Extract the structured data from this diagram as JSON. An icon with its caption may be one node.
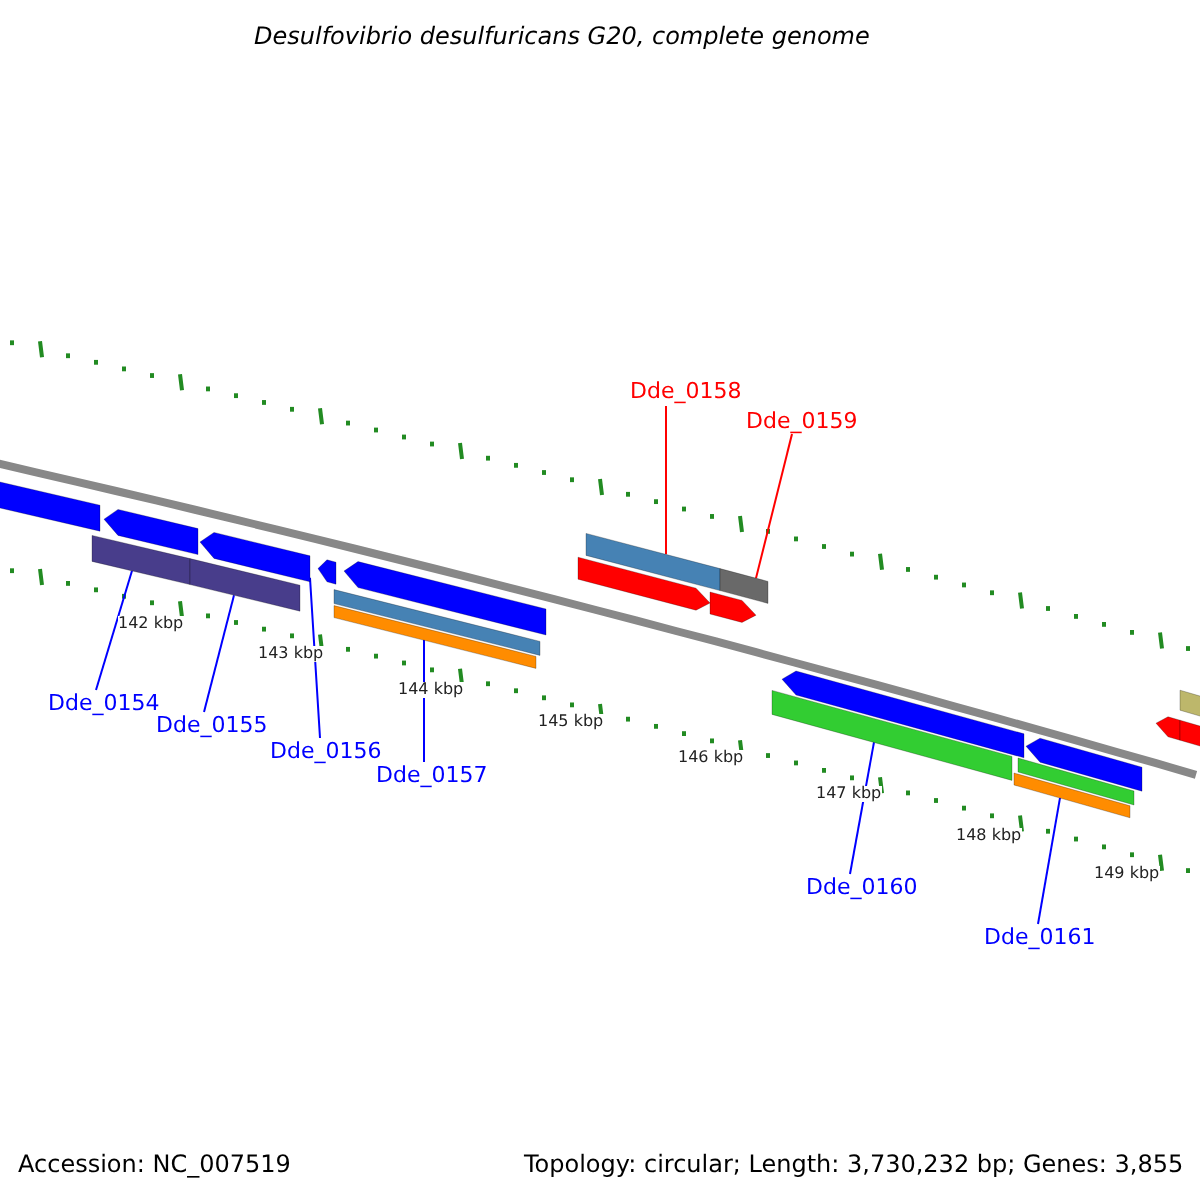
{
  "diagram": {
    "title": "Desulfovibrio desulfuricans G20, complete genome",
    "nodes": [
      {
        "text": [
          "Dde_0154"
        ]
      },
      {
        "text": [
          "Dde_0155"
        ]
      },
      {
        "text": [
          "Dde_0156"
        ]
      },
      {
        "text": [
          "Dde_0157"
        ]
      },
      {
        "text": [
          "Dde_0158"
        ]
      },
      {
        "text": [
          "Dde_0159"
        ]
      },
      {
        "text": [
          "Dde_0160"
        ]
      },
      {
        "text": [
          "Dde_0161"
        ]
      },
      {
        "text": [],
        "shape": "bar"
      },
      {
        "text": [],
        "shape": "bar"
      },
      {
        "text": [],
        "shape": "bar"
      },
      {
        "text": [],
        "shape": "bar"
      },
      {
        "text": [],
        "shape": "bar"
      },
      {
        "text": [],
        "shape": "bar"
      },
      {
        "text": [],
        "shape": "bar"
      },
      {
        "text": [],
        "shape": "bar"
      },
      {
        "text": [],
        "shape": "bar"
      },
      {
        "text": [],
        "shape": "bar"
      },
      {
        "text": [],
        "shape": "bar"
      },
      {
        "text": [],
        "shape": "bar"
      },
      {
        "text": [],
        "shape": "bar"
      },
      {
        "text": [],
        "shape": "bar"
      },
      {
        "text": [],
        "shape": "bar"
      },
      {
        "text": [],
        "shape": "bar"
      },
      {
        "text": [],
        "shape": "bar"
      },
      {
        "text": [],
        "shape": "bar"
      },
      {
        "text": [],
        "shape": "bar"
      },
      {
        "text": [],
        "shape": "bar"
      },
      {
        "text": [],
        "shape": "bar"
      }
    ],
    "edges": [
      {
        "from": 0,
        "to": 8,
        "arrow": "none"
      },
      {
        "from": 1,
        "to": 9,
        "arrow": "none"
      },
      {
        "from": 2,
        "to": 10,
        "arrow": "none"
      },
      {
        "from": 3,
        "to": 11,
        "arrow": "none"
      },
      {
        "from": 4,
        "to": 12,
        "arrow": "none",
        "color": "#ff0000"
      },
      {
        "from": 5,
        "to": 13,
        "arrow": "none",
        "color": "#ff0000"
      },
      {
        "from": 6,
        "to": 14,
        "arrow": "none"
      },
      {
        "from": 7,
        "to": 15,
        "arrow": "none"
      }
    ],
    "labels": [
      "142 kbp",
      "143 kbp",
      "144 kbp",
      "145 kbp",
      "146 kbp",
      "147 kbp",
      "148 kbp",
      "149 kbp",
      "Accession: NC_007519",
      "Topology: circular; Length: 3,730,232 bp; Genes: 3,855"
    ]
  }
}
